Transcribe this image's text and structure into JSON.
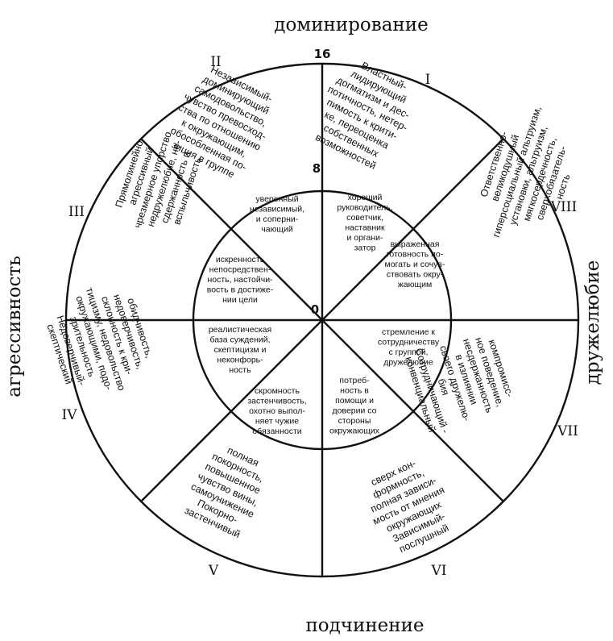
{
  "axes": {
    "top": "доминирование",
    "bottom": "подчинение",
    "left": "агрессивность",
    "right": "дружелюбие"
  },
  "scale": {
    "outer": "16",
    "inner": "8",
    "center": "0"
  },
  "octants": [
    {
      "roman": "I",
      "outer": [
        "Властный-",
        "лидирующий",
        "догматизм и дес-",
        "потичность, нетер-",
        "пимость к крити-",
        "ке, переоценка",
        "собственных",
        "возможностей"
      ],
      "inner": [
        "хороший",
        "руководитель,",
        "советчик,",
        "наставник",
        "и органи-",
        "затор"
      ]
    },
    {
      "roman": "II",
      "outer": [
        "Независимый-",
        "доминирующий",
        "самодовольство,",
        "чувство превосход-",
        "ства по отношению",
        "к окружающим,",
        "обособленная по-",
        "зиция в группе"
      ],
      "inner": [
        "уверенный",
        "независимый,",
        "и соперни-",
        "чающий"
      ]
    },
    {
      "roman": "III",
      "outer": [
        "Прямолинейно-",
        "агрессивный",
        "чрезмерное упорство",
        "недружелюбие, не-",
        "сдержанность и",
        "вспыльчивость"
      ],
      "inner": [
        "искренность",
        "непосредствен-",
        "ность, настойчи-",
        "вость в достиже-",
        "нии цели"
      ]
    },
    {
      "roman": "IV",
      "outer": [
        "обидчивость,",
        "недоверчивость,",
        "склонность к кри-",
        "тицизму, недовольство",
        "окружающими, подо-",
        "зрительность",
        "Недоверчивый-",
        "скептический"
      ],
      "inner": [
        "реалистическая",
        "база суждений,",
        "скептицизм и",
        "неконфорь-",
        "ность"
      ]
    },
    {
      "roman": "V",
      "outer": [
        "полная",
        "покорность,",
        "повышенное",
        "чувство вины,",
        "самоунижение",
        "Покорно-",
        "застенчивый"
      ],
      "inner": [
        "скромность",
        "застенчивость,",
        "охотно выпол-",
        "няет чужие",
        "обязанности"
      ]
    },
    {
      "roman": "VI",
      "outer": [
        "сверх кон-",
        "формность,",
        "полная зависи-",
        "мость от мнения",
        "окружающих",
        "Зависимый-",
        "послушный"
      ],
      "inner": [
        "потреб-",
        "ность в",
        "помощи и",
        "доверии со",
        "стороны",
        "окружающих"
      ]
    },
    {
      "roman": "VII",
      "outer": [
        "компромисс-",
        "ное поведение,",
        "несдержанность",
        "в излиянии",
        "своего дружелю-",
        "бия",
        "Сотрудничающий -",
        "конвенциальный"
      ],
      "inner": [
        "стремление к",
        "сотрудничеству",
        "с группой,",
        "дружелюбие"
      ]
    },
    {
      "roman": "VIII",
      "outer": [
        "Ответственно-",
        "великодушный",
        "гиперсоциальный альтруизм,",
        "установки, альтруизм,",
        "мягкосердечность,",
        "сверхобязатель-",
        "ность"
      ],
      "inner": [
        "выраженная",
        "готовность по-",
        "могать и сочув-",
        "ствовать окру-",
        "жающим"
      ]
    }
  ]
}
